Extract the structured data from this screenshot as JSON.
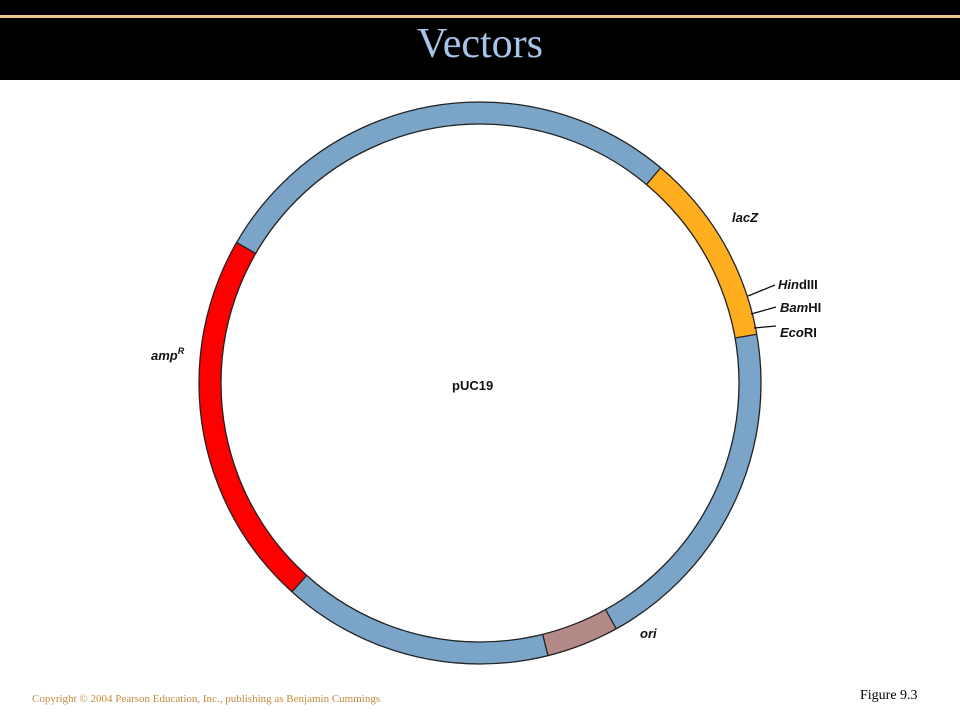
{
  "slide": {
    "title": "Vectors",
    "copyright": "Copyright © 2004 Pearson Education, Inc., publishing as Benjamin Cummings",
    "figure_label": "Figure 9.3"
  },
  "plasmid": {
    "name": "pUC19",
    "backbone_color": "#7aa5c8",
    "segments": [
      {
        "id": "lacZ",
        "label": "lacZ",
        "color": "#ffae1f",
        "start_deg": 40,
        "end_deg": 80
      },
      {
        "id": "ori",
        "label": "ori",
        "color": "#b48a88",
        "start_deg": 151,
        "end_deg": 166
      },
      {
        "id": "ampR",
        "label": "amp",
        "label_sup": "R",
        "color": "#ff0000",
        "start_deg": 222,
        "end_deg": 300
      }
    ],
    "sites": [
      {
        "id": "hindiii",
        "italic": "Hin",
        "roman": "dIII"
      },
      {
        "id": "bamhi",
        "italic": "Bam",
        "roman": "HI"
      },
      {
        "id": "ecori",
        "italic": "Eco",
        "roman": "RI"
      }
    ]
  }
}
